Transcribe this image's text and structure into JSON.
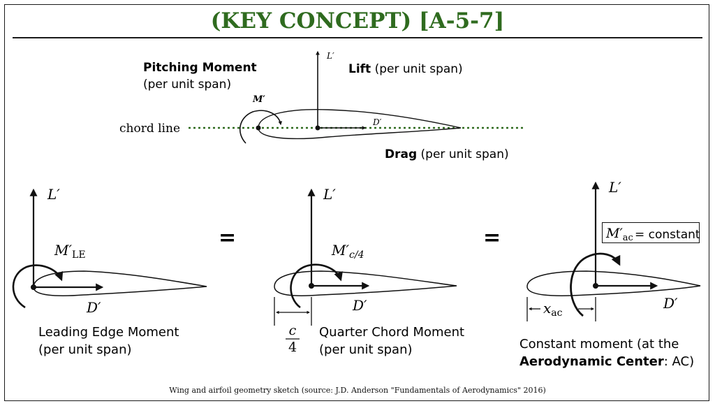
{
  "title": "(KEY CONCEPT) [A-5-7]",
  "top": {
    "pitching_bold": "Pitching Moment",
    "pitching_sub": "(per unit span)",
    "lift_bold": "Lift",
    "lift_rest": " (per unit span)",
    "drag_bold": "Drag",
    "drag_rest": " (per unit span)",
    "chord_line": "chord line",
    "sym_L": "L′",
    "sym_M": "M′",
    "sym_D": "D′"
  },
  "panels": {
    "equals": "=",
    "le": {
      "sym_L": "L′",
      "sym_M": "M′",
      "sub_M": "LE",
      "sym_D": "D′",
      "label1": "Leading Edge Moment",
      "label2": "(per unit span)"
    },
    "qc": {
      "sym_L": "L′",
      "sym_M": "M′",
      "sub_M": "c/4",
      "sym_D": "D′",
      "frac_num": "c",
      "frac_den": "4",
      "label1": "Quarter Chord Moment",
      "label2": "(per unit span)"
    },
    "ac": {
      "sym_L": "L′",
      "box_M": "M′",
      "box_sub": "ac",
      "box_rest": "= constant",
      "sym_D": "D′",
      "x_sym": "x",
      "x_sub": "ac",
      "label1": "Constant moment (at the",
      "label2_bold": "Aerodynamic Center",
      "label2_rest": ": AC)"
    }
  },
  "caption": "Wing and airfoil geometry sketch (source: J.D. Anderson \"Fundamentals of Aerodynamics\" 2016)"
}
